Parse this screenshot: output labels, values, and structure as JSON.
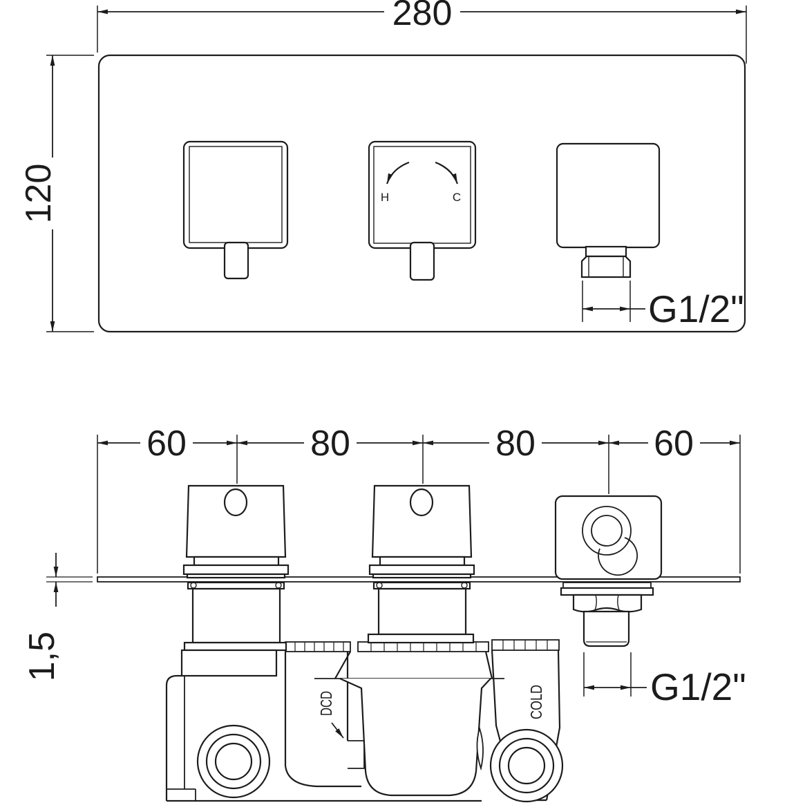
{
  "colors": {
    "line": "#1c1c1c",
    "background": "#ffffff"
  },
  "top_view": {
    "width_dim": "280",
    "height_dim": "120",
    "hot_label": "H",
    "cold_label": "C",
    "outlet_thread_dim": "G1/2\""
  },
  "bottom_view": {
    "spacing_dims": [
      "60",
      "80",
      "80",
      "60"
    ],
    "plate_thickness_dim": "1,5",
    "dcd_label": "DCD",
    "cold_label": "COLD",
    "outlet_thread_dim": "G1/2\""
  }
}
